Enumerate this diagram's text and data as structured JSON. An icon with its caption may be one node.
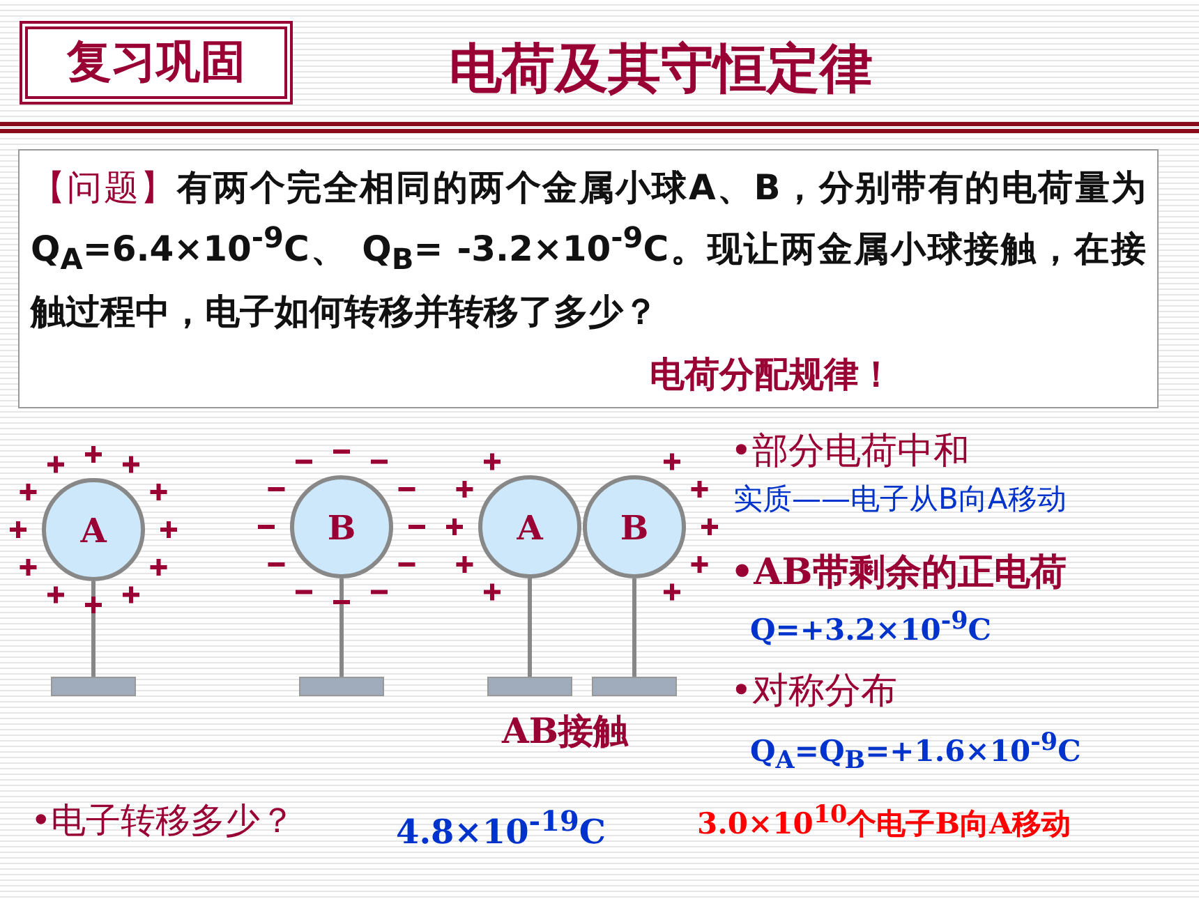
{
  "diagram": {
    "title": "电荷及其守恒定律",
    "nodes": [
      {
        "text": [
          "复习巩固"
        ]
      },
      {
        "text": [
          "【问题】",
          "有两个完全相同的两个金属小球A、B，分别带有的电荷量为 Q$_{A}$=6.4×10$^{-9}$C、 Q$_{B}$= -3.2×10$^{-9}$C。现让两金属小球接触，在接触过程中，电子如何转移并转移了多少？",
          "电荷分配规律！"
        ]
      },
      {
        "text": [
          "A"
        ]
      },
      {
        "text": [
          "B"
        ]
      },
      {
        "text": [
          "A"
        ]
      },
      {
        "text": [
          "B"
        ]
      }
    ],
    "labels": [
      "•部分电荷中和",
      "实质——电子从B向A移动",
      "•AB带剩余的正电荷",
      "Q=+3.2×10$^{-9}$C",
      "•对称分布",
      "AB接触",
      "Q$_{A}$=Q$_{B}$=+1.6×10$^{-9}$C",
      "•电子转移多少？",
      "4.8×10$^{-19}$C",
      "3.0×10$^{10}$个电子B向A移动"
    ]
  }
}
